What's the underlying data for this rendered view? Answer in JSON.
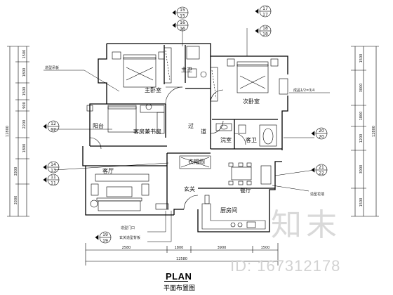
{
  "title": "PLAN",
  "subtitle": "平面布置图",
  "rooms": {
    "master_bedroom": "主卧室",
    "master_bath": "主卫",
    "second_bedroom": "次卧室",
    "guest_study": "客房兼书房",
    "balcony": "阳台",
    "corridor_1": "过",
    "corridor_2": "道",
    "washroom": "浣室",
    "guest_bath": "客卫",
    "cloakroom": "衣帽间",
    "living_room": "客厅",
    "entrance": "玄关",
    "dining_room": "餐厅",
    "kitchen": "厨房间"
  },
  "callouts": {
    "c1": "造型吊板",
    "c2": "成品1/2=3/4",
    "c3": "造型花墙",
    "c4": "造型门口",
    "c5": "玄关造型背板"
  },
  "dims_top_left": [
    "1500",
    "1800",
    "1500",
    "900",
    "2200",
    "1800",
    "3300",
    "3300"
  ],
  "dims_top_left_total": "12800",
  "dims_right": [
    "1500",
    "3000",
    "1800",
    "1200",
    "3000",
    "1500"
  ],
  "dims_right_total": "12800",
  "dims_bottom": [
    "2580",
    "1800",
    "3900",
    "1500"
  ],
  "dims_bottom_total": "12580",
  "symbols_top": [
    {
      "top": "15",
      "bottom": "15"
    },
    {
      "top": "16",
      "bottom": "16"
    }
  ],
  "symbols_top_right": [
    {
      "top": "17",
      "bottom": "17"
    },
    {
      "top": "18",
      "bottom": "18"
    }
  ],
  "symbols_left": [
    {
      "top": "12",
      "bottom": "12"
    },
    {
      "top": "14",
      "bottom": "13"
    },
    {
      "top": "11",
      "bottom": "11"
    }
  ],
  "symbols_right": [
    {
      "top": "20",
      "bottom": "20"
    },
    {
      "top": "21",
      "bottom": "22"
    }
  ],
  "symbol_bottom": {
    "top": "19",
    "bottom": "19"
  },
  "watermark": {
    "logo": "知末",
    "id": "ID: 167312178"
  }
}
